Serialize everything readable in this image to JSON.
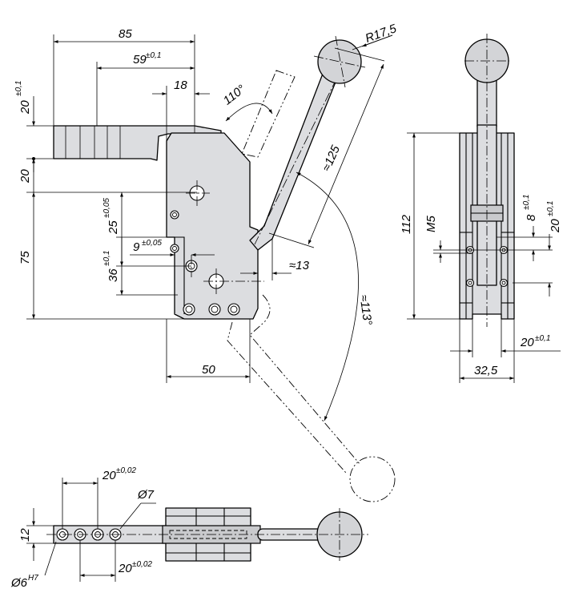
{
  "side_view": {
    "dims": {
      "length_total": "85",
      "length_mid": "59",
      "length_mid_tol": "±0,1",
      "length_small": "18",
      "angle_open": "110°",
      "knob_radius": "R17,5",
      "lever_length": "≈125",
      "arm_height_tol": "±0,1",
      "arm_height": "20",
      "arm_thickness": "20",
      "hole_spacing_a": "25",
      "hole_spacing_a_tol": "±0,05",
      "hole_offset": "9",
      "hole_offset_tol": "±0,05",
      "hole_spacing_b": "36",
      "hole_spacing_b_tol": "±0,1",
      "body_height": "75",
      "lever_offset": "≈13",
      "swing_angle": "≈113°",
      "base_width": "50"
    }
  },
  "front_view": {
    "dims": {
      "height_total": "112",
      "thread": "M5",
      "spacing_small": "8",
      "spacing_small_tol": "±0,1",
      "spacing_mid": "20",
      "spacing_mid_tol": "±0,1",
      "spacing_bottom": "20",
      "spacing_bottom_tol": "±0,1",
      "width": "32,5"
    }
  },
  "top_view": {
    "dims": {
      "pitch_top": "20",
      "pitch_top_tol": "±0,02",
      "hole_dia": "Ø7",
      "height": "12",
      "pitch_bottom": "20",
      "pitch_bottom_tol": "±0,02",
      "pin_dia": "Ø6",
      "pin_fit": "H7"
    }
  }
}
